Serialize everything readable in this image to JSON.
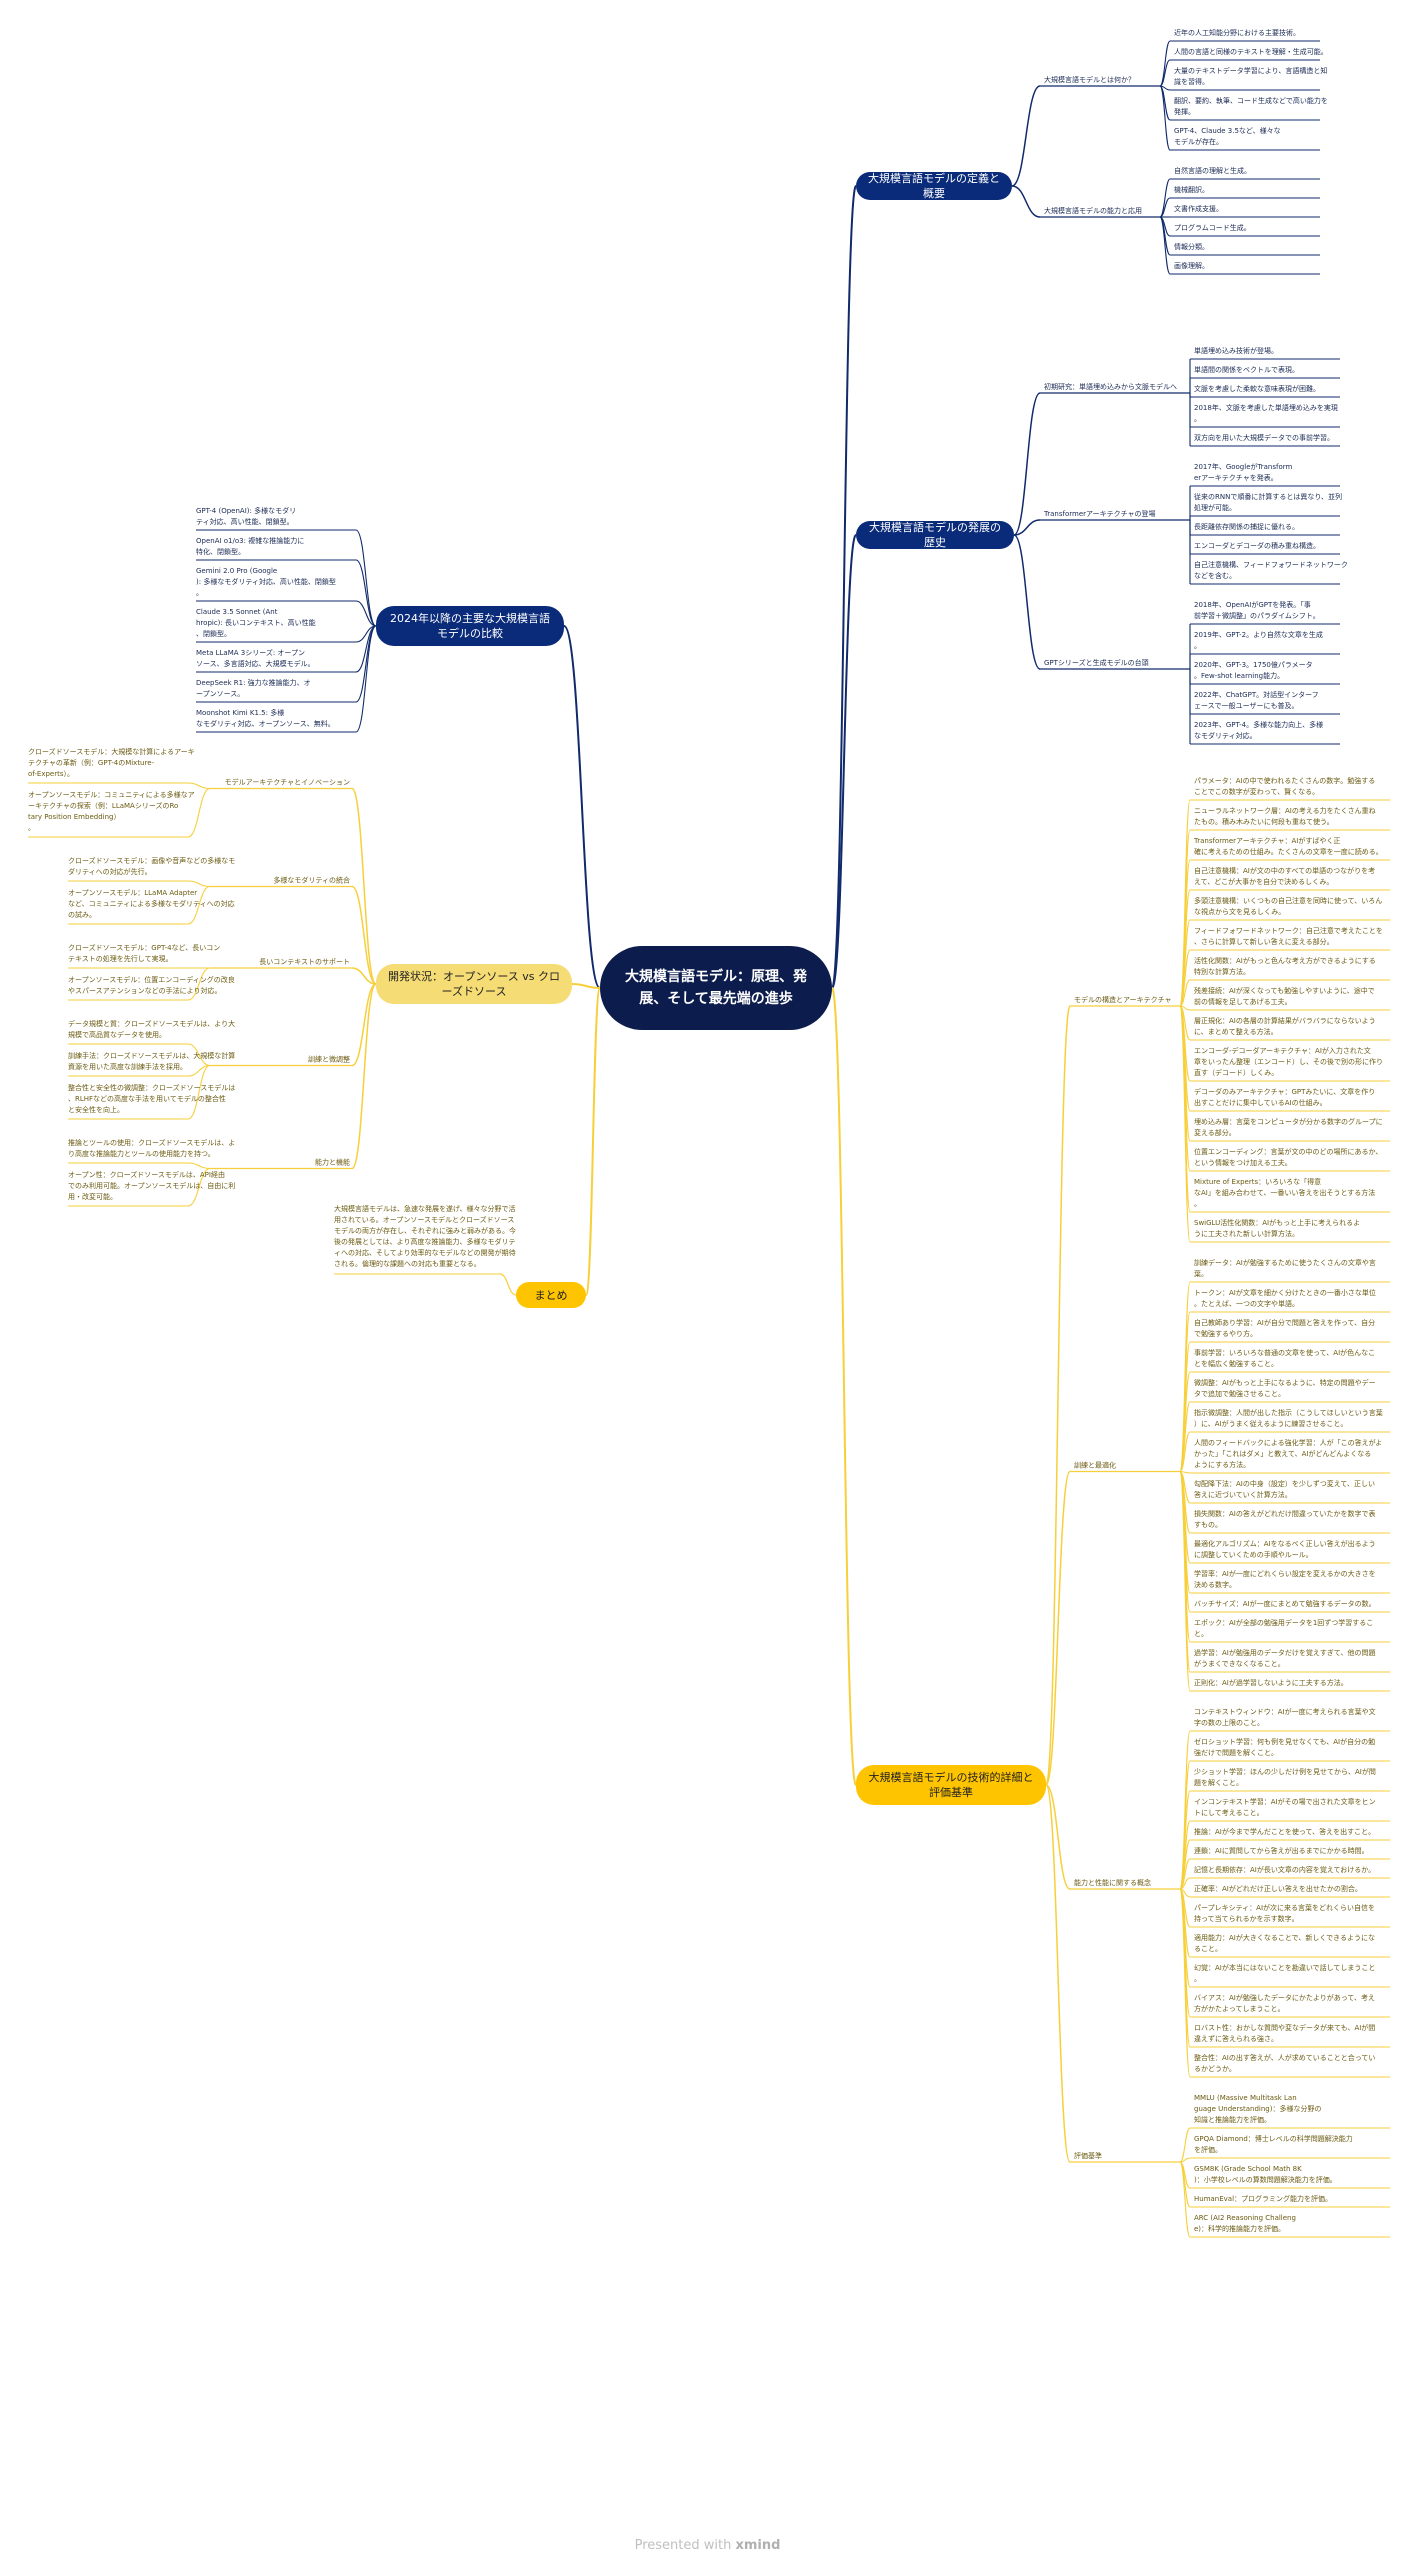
{
  "center": "大規模言語モデル：原理、発展、そして最先端の進歩",
  "colors": {
    "navy": "#0c1d4d",
    "navy_line": "#102a6b",
    "yellow": "#ffc400",
    "yellow_line": "#f7cf3a",
    "yellow2": "#f5dc75"
  },
  "mains": {
    "definition": {
      "label": "大規模言語モデルの定義と概要",
      "subs": [
        {
          "label": "大規模言語モデルとは何か？",
          "leaves": [
            "近年の人工知能分野における主要技術。",
            "人間の言語と同様のテキストを理解・生成可能。",
            "大量のテキストデータ学習により、言語構造と知識を習得。",
            "翻訳、要約、執筆、コード生成などで高い能力を発揮。",
            "GPT-4、Claude 3.5など、様々なモデルが存在。"
          ]
        },
        {
          "label": "大規模言語モデルの能力と応用",
          "leaves": [
            "自然言語の理解と生成。",
            "機械翻訳。",
            "文書作成支援。",
            "プログラムコード生成。",
            "情報分類。",
            "画像理解。"
          ]
        }
      ]
    },
    "history": {
      "label": "大規模言語モデルの発展の歴史",
      "subs": [
        {
          "label": "初期研究：単語埋め込みから文脈モデルへ",
          "leaves": [
            "単語埋め込み技術が登場。",
            "単語間の関係をベクトルで表現。",
            "文脈を考慮した柔軟な意味表現が困難。",
            "2018年、文脈を考慮した単語埋め込みを実現。",
            "双方向を用いた大規模データでの事前学習。"
          ]
        },
        {
          "label": "Transformerアーキテクチャの登場",
          "leaves": [
            "2017年、GoogleがTransformerアーキテクチャを発表。",
            "従来のRNNで順番に計算するとは異なり、並列処理が可能。",
            "長距離依存関係の捕捉に優れる。",
            "エンコーダとデコーダの積み重ね構造。",
            "自己注意機構、フィードフォワードネットワークなどを含む。"
          ]
        },
        {
          "label": "GPTシリーズと生成モデルの台頭",
          "leaves": [
            "2018年、OpenAIがGPTを発表。「事前学習＋微調整」のパラダイムシフト。",
            "2019年、GPT-2。より自然な文章を生成。",
            "2020年、GPT-3。1750億パラメータ。Few-shot learning能力。",
            "2022年、ChatGPT。対話型インターフェースで一般ユーザーにも普及。",
            "2023年、GPT-4。多様な能力向上、多様なモダリティ対応。"
          ]
        }
      ]
    },
    "compare": {
      "label": "2024年以降の主要な大規模言語モデルの比較",
      "leaves": [
        "GPT-4 (OpenAI): 多様なモダリティ対応、高い性能、閉鎖型。",
        "OpenAI o1/o3: 複雑な推論能力に特化、閉鎖型。",
        "Gemini 2.0 Pro (Google): 多様なモダリティ対応、高い性能、閉鎖型。",
        "Claude 3.5 Sonnet (Anthropic): 長いコンテキスト、高い性能、閉鎖型。",
        "Meta LLaMA 3シリーズ: オープンソース、多言語対応、大規模モデル。",
        "DeepSeek R1: 強力な推論能力、オープンソース。",
        "Moonshot Kimi K1.5: 多様なモダリティ対応、オープンソース、無料。"
      ]
    },
    "status": {
      "label": "開発状況：オープンソース vs クローズドソース",
      "subs": [
        {
          "label": "モデルアーキテクチャとイノベーション",
          "leaves": [
            "クローズドソースモデル：大規模な計算によるアーキテクチャの革新（例：GPT-4のMixture-of-Experts）。",
            "オープンソースモデル：コミュニティによる多様なアーキテクチャの探索（例：LLaMAシリーズのRotary Position Embedding）。"
          ]
        },
        {
          "label": "多様なモダリティの統合",
          "leaves": [
            "クローズドソースモデル：画像や音声などの多様なモダリティへの対応が先行。",
            "オープンソースモデル：LLaMA Adapterなど、コミュニティによる多様なモダリティへの対応の試み。"
          ]
        },
        {
          "label": "長いコンテキストのサポート",
          "leaves": [
            "クローズドソースモデル：GPT-4など、長いコンテキストの処理を先行して実現。",
            "オープンソースモデル：位置エンコーディングの改良やスパースアテンションなどの手法により対応。"
          ]
        },
        {
          "label": "訓練と微調整",
          "leaves": [
            "データ規模と質：クローズドソースモデルは、より大規模で高品質なデータを使用。",
            "訓練手法：クローズドソースモデルは、大規模な計算資源を用いた高度な訓練手法を採用。",
            "整合性と安全性の微調整：クローズドソースモデルは、RLHFなどの高度な手法を用いてモデルの整合性と安全性を向上。"
          ]
        },
        {
          "label": "能力と機能",
          "leaves": [
            "推論とツールの使用：クローズドソースモデルは、より高度な推論能力とツールの使用能力を持つ。",
            "オープン性：クローズドソースモデルは、API経由でのみ利用可能。オープンソースモデルは、自由に利用・改変可能。"
          ]
        }
      ]
    },
    "summary": {
      "label": "まとめ",
      "leaves": [
        "大規模言語モデルは、急速な発展を遂げ、様々な分野で活用されている。オープンソースモデルとクローズドソースモデルの両方が存在し、それぞれに強みと弱みがある。今後の発展としては、より高度な推論能力、多様なモダリティへの対応、そしてより効率的なモデルなどの開発が期待される。倫理的な課題への対応も重要となる。"
      ]
    },
    "technical": {
      "label": "大規模言語モデルの技術的詳細と評価基準",
      "subs": [
        {
          "label": "モデルの構造とアーキテクチャ",
          "leaves": [
            "パラメータ：AIの中で使われるたくさんの数字。勉強することでこの数字が変わって、賢くなる。",
            "ニューラルネットワーク層：AIの考える力をたくさん重ねたもの。積み木みたいに何段も重ねて使う。",
            "Transformerアーキテクチャ：AIがすばやく正確に考えるための仕組み。たくさんの文章を一度に読める。",
            "自己注意機構：AIが文の中のすべての単語のつながりを考えて、どこが大事かを自分で決めるしくみ。",
            "多頭注意機構：いくつもの自己注意を同時に使って、いろんな視点から文を見るしくみ。",
            "フィードフォワードネットワーク：自己注意で考えたことを、さらに計算して新しい答えに変える部分。",
            "活性化関数：AIがもっと色んな考え方ができるようにする特別な計算方法。",
            "残差接続：AIが深くなっても勉強しやすいように、途中で前の情報を足してあげる工夫。",
            "層正規化：AIの各層の計算結果がバラバラにならないように、まとめて整える方法。",
            "エンコーダ-デコーダアーキテクチャ：AIが入力された文章をいったん整理（エンコード）し、その後で別の形に作り直す（デコード）しくみ。",
            "デコーダのみアーキテクチャ：GPTみたいに、文章を作り出すことだけに集中しているAIの仕組み。",
            "埋め込み層：言葉をコンピュータが分かる数字のグループに変える部分。",
            "位置エンコーディング：言葉が文の中のどの場所にあるか、という情報をつけ加える工夫。",
            "Mixture of Experts：いろいろな「得意なAI」を組み合わせて、一番いい答えを出そうとする方法。",
            "SwiGLU活性化関数：AIがもっと上手に考えられるように工夫された新しい計算方法。"
          ]
        },
        {
          "label": "訓練と最適化",
          "leaves": [
            "訓練データ：AIが勉強するために使うたくさんの文章や言葉。",
            "トークン：AIが文章を細かく分けたときの一番小さな単位。たとえば、一つの文字や単語。",
            "自己教師あり学習：AIが自分で問題と答えを作って、自分で勉強するやり方。",
            "事前学習：いろいろな普通の文章を使って、AIが色んなことを幅広く勉強すること。",
            "微調整：AIがもっと上手になるように、特定の問題やデータで追加で勉強させること。",
            "指示微調整：人間が出した指示（こうしてほしいという言葉）に、AIがうまく従えるように練習させること。",
            "人間のフィードバックによる強化学習：人が「この答えがよかった」「これはダメ」と教えて、AIがどんどんよくなるようにする方法。",
            "勾配降下法：AIの中身（設定）を少しずつ変えて、正しい答えに近づいていく計算方法。",
            "損失関数：AIの答えがどれだけ間違っていたかを数字で表すもの。",
            "最適化アルゴリズム：AIをなるべく正しい答えが出るように調整していくための手順やルール。",
            "学習率：AIが一度にどれくらい設定を変えるかの大きさを決める数字。",
            "バッチサイズ：AIが一度にまとめて勉強するデータの数。",
            "エポック：AIが全部の勉強用データを1回ずつ学習すること。",
            "過学習：AIが勉強用のデータだけを覚えすぎて、他の問題がうまくできなくなること。",
            "正則化：AIが過学習しないように工夫する方法。"
          ]
        },
        {
          "label": "能力と性能に関する概念",
          "leaves": [
            "コンテキストウィンドウ：AIが一度に考えられる言葉や文字の数の上限のこと。",
            "ゼロショット学習：何も例を見せなくても、AIが自分の勉強だけで問題を解くこと。",
            "少ショット学習：ほんの少しだけ例を見せてから、AIが問題を解くこと。",
            "インコンテキスト学習：AIがその場で出された文章をヒントにして考えること。",
            "推論：AIが今まで学んだことを使って、答えを出すこと。",
            "連鎖：AIに質問してから答えが出るまでにかかる時間。",
            "記憶と長期依存：AIが長い文章の内容を覚えておけるか。",
            "正確率：AIがどれだけ正しい答えを出せたかの割合。",
            "パープレキシティ：AIが次に来る言葉をどれくらい自信を持って当てられるかを示す数字。",
            "適用能力：AIが大きくなることで、新しくできるようになること。",
            "幻覚：AIが本当にはないことを勘違いで話してしまうこと。",
            "バイアス：AIが勉強したデータにかたよりがあって、考え方がかたよってしまうこと。",
            "ロバスト性：おかしな質問や変なデータが来ても、AIが間違えずに答えられる強さ。",
            "整合性：AIの出す答えが、人が求めていることと合っているかどうか。"
          ]
        },
        {
          "label": "評価基準",
          "leaves": [
            "MMLU (Massive Multitask Language Understanding)：多様な分野の知識と推論能力を評価。",
            "GPQA Diamond：博士レベルの科学問題解決能力を評価。",
            "GSM8K (Grade School Math 8K)：小学校レベルの算数問題解決能力を評価。",
            "HumanEval：プログラミング能力を評価。",
            "ARC (AI2 Reasoning Challenge)：科学的推論能力を評価。"
          ]
        }
      ]
    }
  },
  "footer": {
    "prefix": "Presented with",
    "brand": "xmind"
  }
}
